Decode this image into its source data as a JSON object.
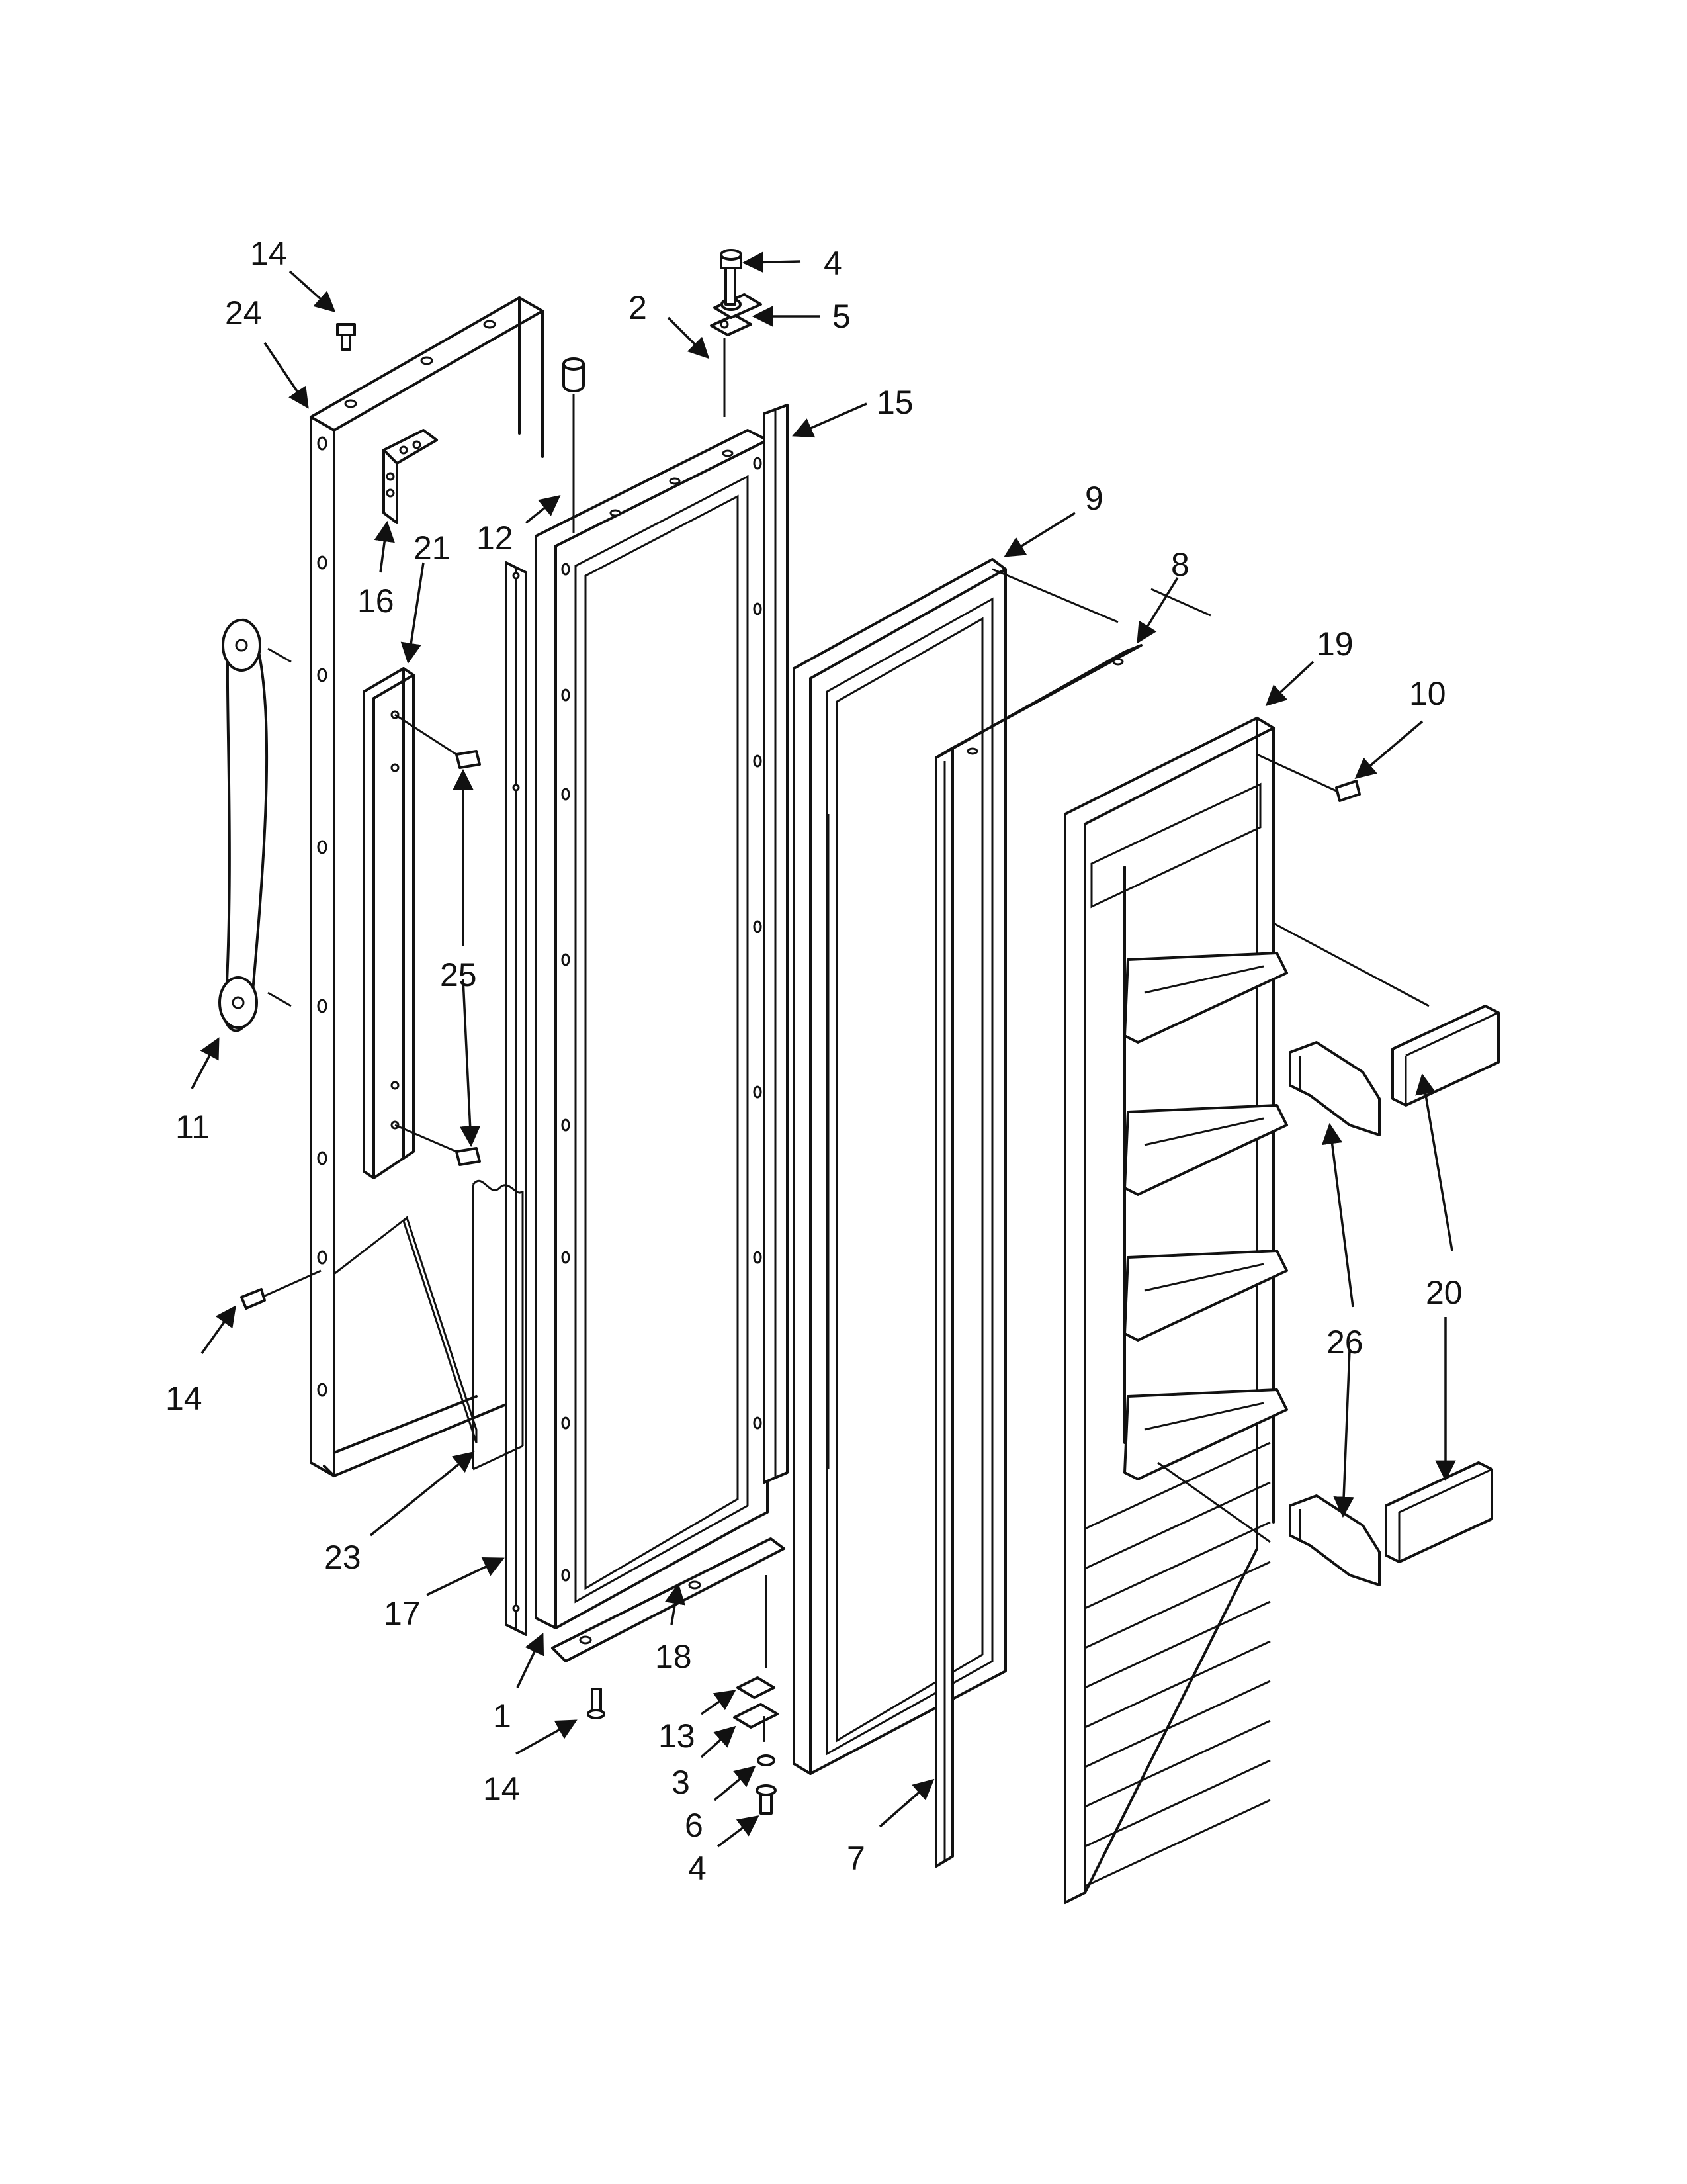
{
  "callouts": [
    "1",
    "2",
    "3",
    "4",
    "4",
    "5",
    "6",
    "7",
    "8",
    "9",
    "10",
    "11",
    "12",
    "13",
    "14",
    "14",
    "14",
    "15",
    "16",
    "17",
    "18",
    "19",
    "20",
    "21",
    "23",
    "24",
    "25",
    "26"
  ]
}
